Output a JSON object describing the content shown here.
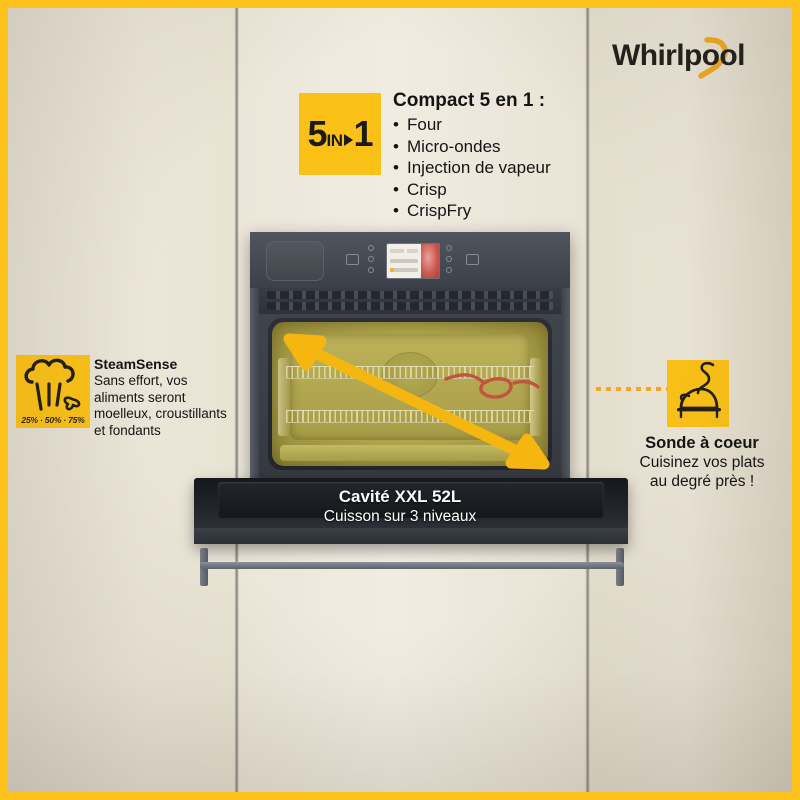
{
  "brand": {
    "logo_text": "Whirlpool",
    "accent_color": "#fbc117",
    "logo_swoosh_color": "#f2a81d"
  },
  "frame": {
    "border_color": "#fcc21b",
    "background_color": "#eae4d6"
  },
  "badge_5in1": {
    "number": "5",
    "in_label": "IN",
    "arrow": "play-arrow",
    "one": "1",
    "background": "#fbc117"
  },
  "compact": {
    "title": "Compact 5 en 1 :",
    "items": [
      "Four",
      "Micro-ondes",
      "Injection de vapeur",
      "Crisp",
      "CrispFry"
    ]
  },
  "steamsense": {
    "icon_name": "steam-cloud-fan-icon",
    "percentages": "25% · 50% · 75%",
    "title": "SteamSense",
    "body_lines": [
      "Sans effort, vos",
      "aliments seront",
      "moelleux, croustillants",
      "et fondants"
    ]
  },
  "probe": {
    "icon_name": "meat-probe-roast-icon",
    "title": "Sonde à coeur",
    "body_lines": [
      "Cuisinez vos plats",
      "au degré près !"
    ],
    "connector_color": "#f0a826"
  },
  "cavity": {
    "title": "Cavité XXL 52L",
    "subtitle": "Cuisson sur 3 niveaux",
    "arrow_color": "#f5b60f",
    "interior_color": "#b3a84e",
    "grill_color": "#c1543d"
  },
  "appliance": {
    "name": "compact-built-in-oven",
    "body_color": "#3b3f47",
    "display_name": "oven-lcd-display"
  }
}
